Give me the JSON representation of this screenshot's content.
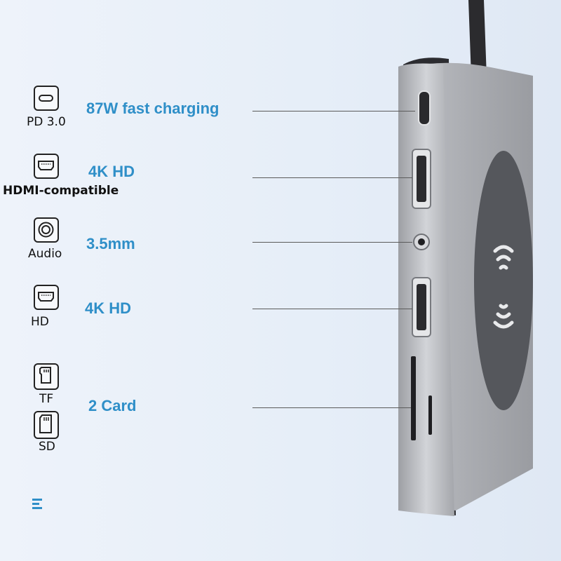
{
  "colors": {
    "label": "#2f8fc8",
    "caption": "#111111",
    "hub_body": "#a6a8ad",
    "charging_pad": "#56585d"
  },
  "features": [
    {
      "id": "pd",
      "icon": "usb-c-icon",
      "caption": "PD 3.0",
      "label": "87W fast charging"
    },
    {
      "id": "hdmi1",
      "icon": "hdmi-port-icon",
      "caption": "HDMI-compatible",
      "label": "4K HD"
    },
    {
      "id": "audio",
      "icon": "audio-jack-icon",
      "caption": "Audio",
      "label": "3.5mm"
    },
    {
      "id": "hdmi2",
      "icon": "hdmi-port-icon",
      "caption": "HD",
      "label": "4K HD"
    },
    {
      "id": "cards",
      "icons": [
        "tf-card-icon",
        "sd-card-icon"
      ],
      "captions": [
        "TF",
        "SD"
      ],
      "label": "2 Card"
    }
  ],
  "extras": {
    "menu_icon": "menu-icon"
  }
}
